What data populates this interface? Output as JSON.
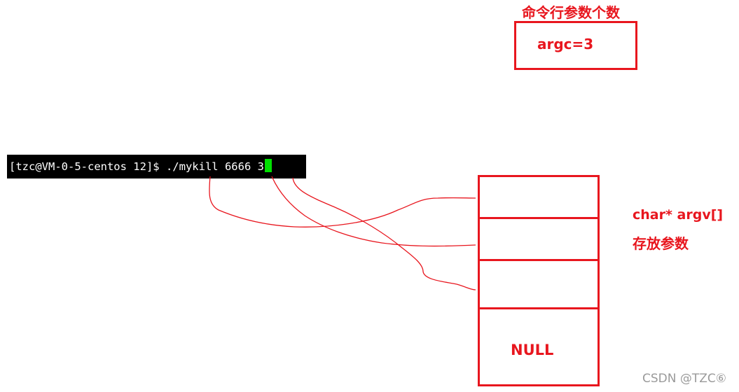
{
  "argc": {
    "title": "命令行参数个数",
    "value": "argc=3"
  },
  "terminal": {
    "command_line": "[tzc@VM-0-5-centos 12]$ ./mykill 6666 3"
  },
  "argv": {
    "title": "char* argv[]",
    "subtitle": "存放参数",
    "null_label": "NULL",
    "cell_count": 4
  },
  "watermark": "CSDN @TZC⑥",
  "colors": {
    "accent_red": "#e8161e",
    "terminal_bg": "#000000",
    "terminal_text": "#ffffff",
    "cursor": "#00e000",
    "watermark": "#9a9a9a"
  }
}
